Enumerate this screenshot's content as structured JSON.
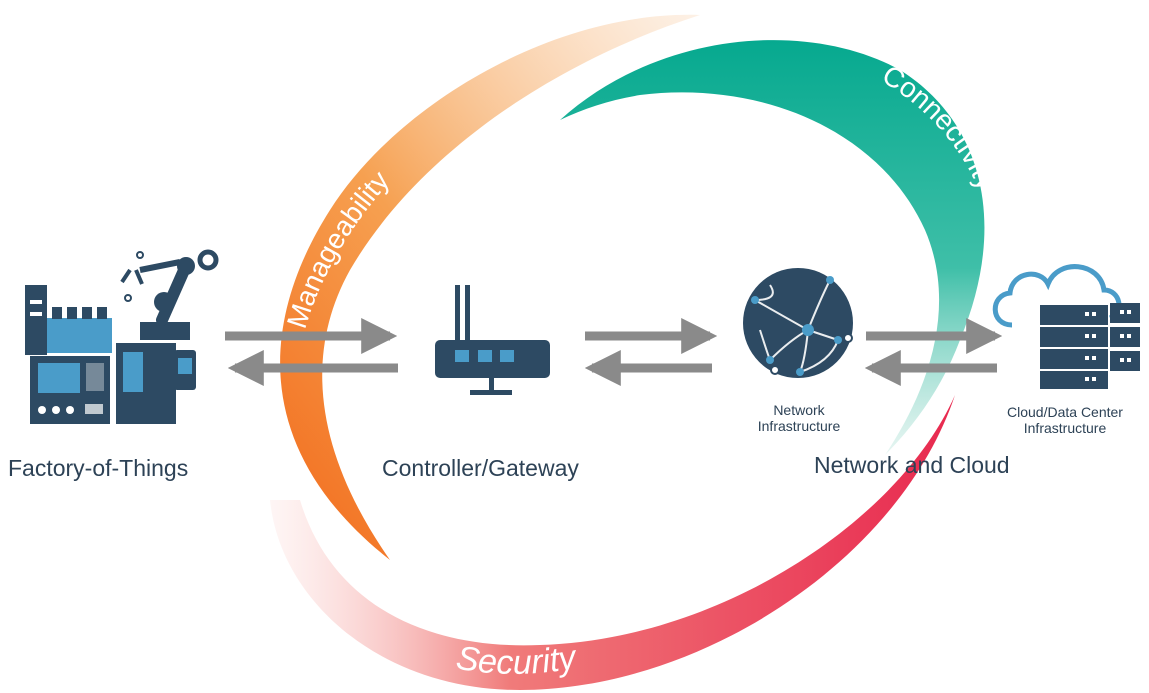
{
  "ring": {
    "manageability": "Manageability",
    "connectivity": "Connectivity",
    "security": "Security"
  },
  "nodes": {
    "factory": "Factory-of-Things",
    "gateway": "Controller/Gateway",
    "network_cloud": "Network and Cloud"
  },
  "sublabels": {
    "network_line1": "Network",
    "network_line2": "Infrastructure",
    "cloud_line1": "Cloud/Data Center",
    "cloud_line2": "Infrastructure"
  },
  "colors": {
    "manageability": "#f47f2a",
    "connectivity": "#0bab96",
    "security": "#e8294f",
    "icon": "#2d4a63",
    "icon_accent": "#4a9cc9",
    "arrow": "#8a8a8a",
    "text": "#2d4256"
  }
}
